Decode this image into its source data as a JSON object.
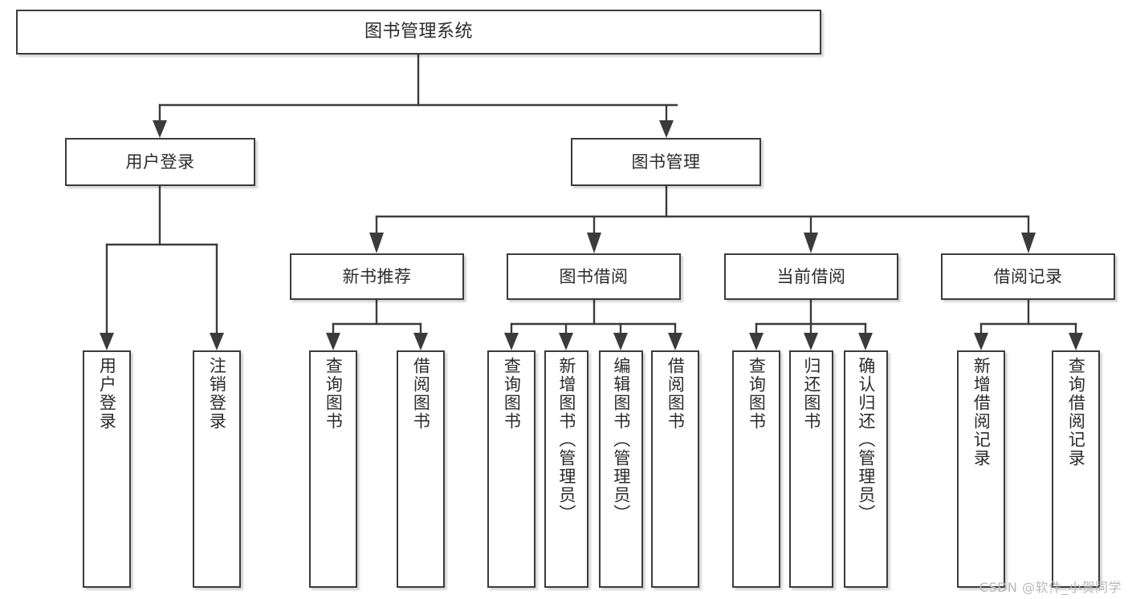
{
  "diagram": {
    "title": "图书管理系统",
    "type": "tree-hierarchy",
    "orientation": "top-down",
    "root": {
      "id": "root",
      "label": "图书管理系统"
    },
    "level2": [
      {
        "id": "user-login",
        "label": "用户登录"
      },
      {
        "id": "book-manage",
        "label": "图书管理"
      }
    ],
    "level3": [
      {
        "id": "new-book-rec",
        "label": "新书推荐",
        "parent": "book-manage"
      },
      {
        "id": "book-borrow",
        "label": "图书借阅",
        "parent": "book-manage"
      },
      {
        "id": "current-borrow",
        "label": "当前借阅",
        "parent": "book-manage"
      },
      {
        "id": "borrow-record",
        "label": "借阅记录",
        "parent": "book-manage"
      }
    ],
    "leaves": {
      "user_login": [
        {
          "id": "leaf-user-login",
          "label": "用户登录"
        },
        {
          "id": "leaf-user-logout",
          "label": "注销登录"
        }
      ],
      "new_book_rec": [
        {
          "id": "leaf-query-book-1",
          "label": "查询图书"
        },
        {
          "id": "leaf-borrow-book-1",
          "label": "借阅图书"
        }
      ],
      "book_borrow": [
        {
          "id": "leaf-query-book-2",
          "label": "查询图书"
        },
        {
          "id": "leaf-add-book",
          "label": "新增图书（管理员）"
        },
        {
          "id": "leaf-edit-book",
          "label": "编辑图书（管理员）"
        },
        {
          "id": "leaf-borrow-book-2",
          "label": "借阅图书"
        }
      ],
      "current_borrow": [
        {
          "id": "leaf-query-book-3",
          "label": "查询图书"
        },
        {
          "id": "leaf-return-book",
          "label": "归还图书"
        },
        {
          "id": "leaf-confirm-return",
          "label": "确认归还（管理员）"
        }
      ],
      "borrow_record": [
        {
          "id": "leaf-add-record",
          "label": "新增借阅记录"
        },
        {
          "id": "leaf-query-record",
          "label": "查询借阅记录"
        }
      ]
    }
  },
  "watermark": {
    "text": "CSDN @软件_小贺同学"
  },
  "colors": {
    "box_border": "#3b3b3b",
    "box_fill": "#ffffff",
    "text": "#2b2b2b",
    "edge": "#3b3b3b",
    "watermark": "#b9b9b9",
    "background": "#ffffff"
  }
}
